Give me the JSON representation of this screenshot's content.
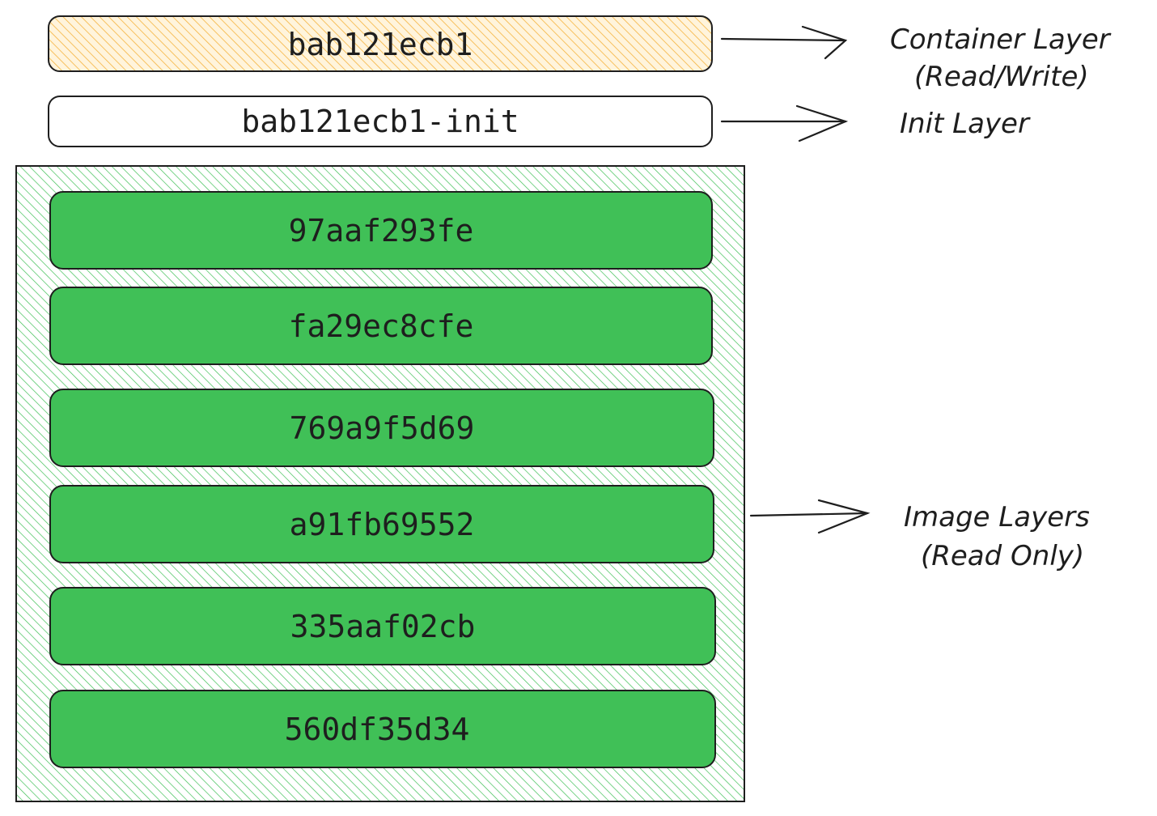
{
  "layers": {
    "container": {
      "id": "bab121ecb1",
      "fill": "#f5c165"
    },
    "init": {
      "id": "bab121ecb1-init",
      "fill": "#ffffff"
    },
    "image_stack": {
      "fill": "#40c057",
      "hatch": "#40c057",
      "items": [
        {
          "id": "97aaf293fe"
        },
        {
          "id": "fa29ec8cfe"
        },
        {
          "id": "769a9f5d69"
        },
        {
          "id": "a91fb69552"
        },
        {
          "id": "335aaf02cb"
        },
        {
          "id": "560df35d34"
        }
      ]
    }
  },
  "labels": {
    "container_line1": "Container Layer",
    "container_line2": "(Read/Write)",
    "init": "Init Layer",
    "image_line1": "Image Layers",
    "image_line2": "(Read Only)"
  }
}
